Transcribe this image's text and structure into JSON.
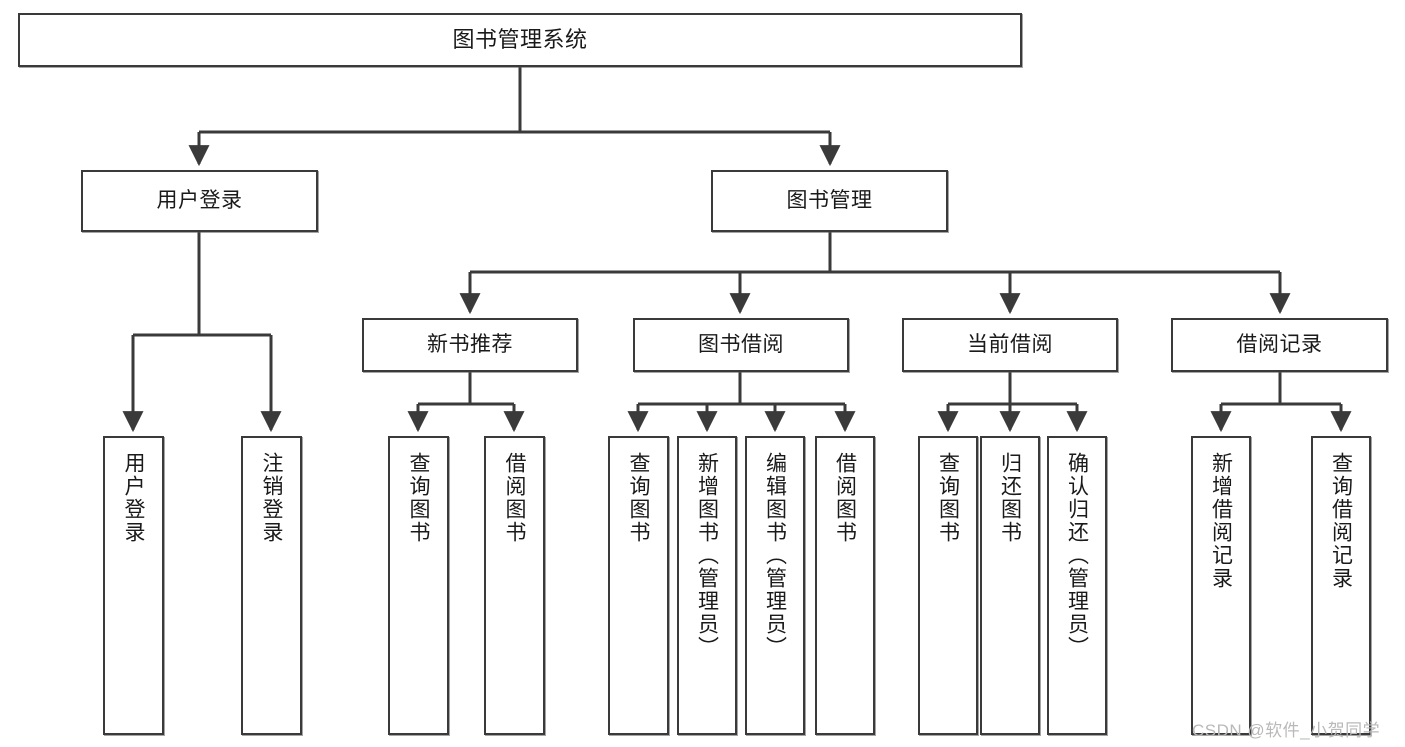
{
  "diagram": {
    "title": "图书管理系统",
    "watermark": "CSDN @软件_小贺同学",
    "type": "tree",
    "edge_color": "#3a3a3a",
    "box_border_color": "#3a3a3a",
    "background": "#ffffff",
    "nodes": {
      "root": {
        "label": "图书管理系统"
      },
      "l2": [
        {
          "id": "user-login",
          "label": "用户登录"
        },
        {
          "id": "book-manage",
          "label": "图书管理"
        }
      ],
      "l3": [
        {
          "id": "new-book-recommend",
          "label": "新书推荐"
        },
        {
          "id": "book-borrow",
          "label": "图书借阅"
        },
        {
          "id": "current-borrow",
          "label": "当前借阅"
        },
        {
          "id": "borrow-record",
          "label": "借阅记录"
        }
      ],
      "leaves": {
        "user-login": [
          {
            "id": "leaf-user-login",
            "label": "用户登录"
          },
          {
            "id": "leaf-user-logout",
            "label": "注销登录"
          }
        ],
        "new-book-recommend": [
          {
            "id": "leaf-query-book-1",
            "label": "查询图书"
          },
          {
            "id": "leaf-borrow-book-1",
            "label": "借阅图书"
          }
        ],
        "book-borrow": [
          {
            "id": "leaf-query-book-2",
            "label": "查询图书"
          },
          {
            "id": "leaf-add-book",
            "label": "新增图书（管理员）"
          },
          {
            "id": "leaf-edit-book",
            "label": "编辑图书（管理员）"
          },
          {
            "id": "leaf-borrow-book-2",
            "label": "借阅图书"
          }
        ],
        "current-borrow": [
          {
            "id": "leaf-query-book-3",
            "label": "查询图书"
          },
          {
            "id": "leaf-return-book",
            "label": "归还图书"
          },
          {
            "id": "leaf-confirm-return",
            "label": "确认归还（管理员）"
          }
        ],
        "borrow-record": [
          {
            "id": "leaf-add-record",
            "label": "新增借阅记录"
          },
          {
            "id": "leaf-query-record",
            "label": "查询借阅记录"
          }
        ]
      }
    }
  }
}
